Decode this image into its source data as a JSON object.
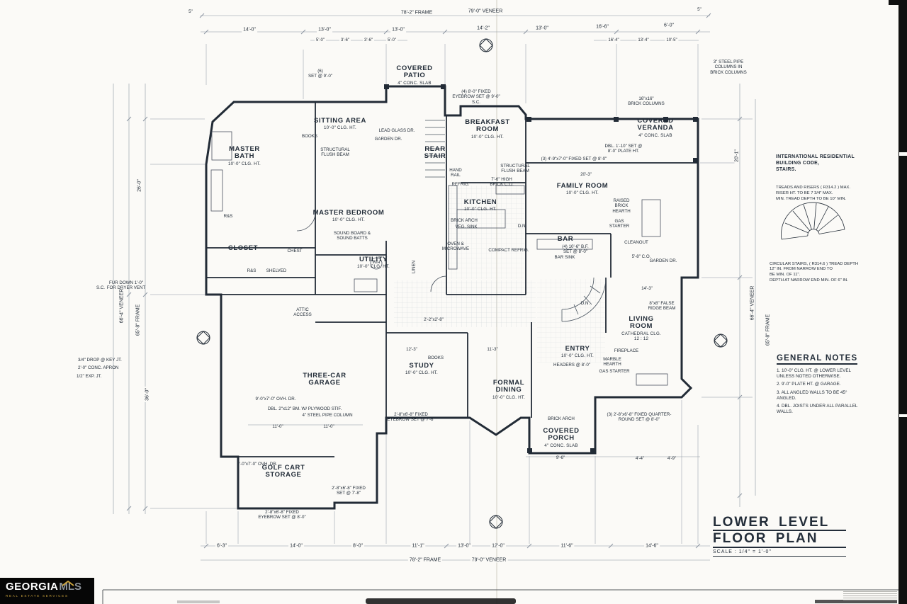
{
  "title_block": {
    "line1": "LOWER LEVEL",
    "line2": "FLOOR PLAN",
    "scale": "SCALE : 1/4\" = 1'-0\""
  },
  "logo": {
    "brand": "GEORGIA",
    "brand2": "MLS",
    "tagline": "REAL ESTATE SERVICES"
  },
  "general_notes": {
    "title": "GENERAL NOTES",
    "items": [
      "1. 10'-0\" CLG. HT. @ LOWER LEVEL UNLESS NOTED OTHERWISE.",
      "2. 9'-0\" PLATE HT. @ GARAGE.",
      "3. ALL ANGLED WALLS TO BE 45° ANGLED.",
      "4. DBL. JOISTS UNDER ALL PARALLEL WALLS."
    ]
  },
  "code_notes": {
    "title": "INTERNATIONAL RESIDENTIAL\nBUILDING CODE,\nSTAIRS.",
    "treads": "TREADS AND RISERS ( R314.2 ) MAX.\nRISER HT. TO BE 7 3/4\" MAX.\nMIN. TREAD DEPTH TO BE 10\" MIN.",
    "circular": "CIRCULAR STAIRS, ( R314.6 ) TREAD DEPTH\n12\" IN. FROM NARROW END TO\nBE MIN. OF 11\".\nDEPTH AT NARROW END MIN. OF 6\" IN."
  },
  "rooms": [
    {
      "name": "COVERED\nPATIO",
      "sub": "4\" CONC. SLAB"
    },
    {
      "name": "SITTING AREA",
      "sub": "10'-0\" CLG. HT."
    },
    {
      "name": "MASTER\nBATH",
      "sub": "10'-0\" CLG. HT."
    },
    {
      "name": "BREAKFAST\nROOM",
      "sub": "10'-0\" CLG. HT."
    },
    {
      "name": "COVERED\nVERANDA",
      "sub": "4\" CONC. SLAB"
    },
    {
      "name": "REAR\nSTAIR",
      "sub": ""
    },
    {
      "name": "FAMILY ROOM",
      "sub": "10'-0\" CLG. HT."
    },
    {
      "name": "MASTER BEDROOM",
      "sub": "10'-0\" CLG. HT."
    },
    {
      "name": "KITCHEN",
      "sub": "10'-0\" CLG. HT."
    },
    {
      "name": "BAR",
      "sub": ""
    },
    {
      "name": "CLOSET",
      "sub": ""
    },
    {
      "name": "UTILITY",
      "sub": "10'-0\" CLG. HT."
    },
    {
      "name": "LIVING\nROOM",
      "sub": "CATHEDRAL CLG.\n12 : 12"
    },
    {
      "name": "ENTRY",
      "sub": "10'-0\" CLG. HT."
    },
    {
      "name": "STUDY",
      "sub": "10'-0\" CLG. HT."
    },
    {
      "name": "THREE-CAR\nGARAGE",
      "sub": ""
    },
    {
      "name": "FORMAL\nDINING",
      "sub": "10'-0\" CLG. HT."
    },
    {
      "name": "COVERED\nPORCH",
      "sub": "4\" CONC. SLAB"
    },
    {
      "name": "GOLF CART\nSTORAGE",
      "sub": ""
    }
  ],
  "dims": {
    "top1": [
      "78'-2\" FRAME",
      "79'-0\" VENEER"
    ],
    "top2": [
      "14'-0\"",
      "13'-0\"",
      "13'-0\"",
      "14'-2\"",
      "13'-0\"",
      "16'-6\"",
      "6'-0\""
    ],
    "top3": [
      "5'-0\"",
      "3'-6\"",
      "3'-6\"",
      "5'-0\"",
      "16'-4\"",
      "13'-4\"",
      "10'-5\""
    ],
    "bottom1": [
      "6'-3\"",
      "14'-0\"",
      "8'-0\"",
      "11'-1\"",
      "13'-0\"",
      "12'-0\"",
      "11'-6\"",
      "14'-6\""
    ],
    "bottom2": [
      "78'-2\" FRAME",
      "79'-0\" VENEER"
    ],
    "left": [
      "26'-0\"",
      "66'-4\" VENEER",
      "65'-8\" FRAME",
      "36'-0\""
    ],
    "right": [
      "66'-4\" VENEER",
      "65'-8\" FRAME",
      "20'-1\""
    ]
  },
  "annotations": [
    "(6)\nSET @ 9'-0\"",
    "(4) 8'-0\" FIXED\nEYEBROW SET @ 9'-0\"\nS.C.",
    "3\" STEEL PIPE\nCOLUMNS IN\nBRICK COLUMNS",
    "16\"x16\"\nBRICK COLUMNS",
    "LEAD GLASS DR.",
    "GARDEN DR.",
    "STRUCTURAL\nFLUSH BEAM",
    "DBL. 1'-10\" SET @\n8'-0\" PLATE HT.",
    "(3) 4'-9\"x7'-0\" FIXED SET @ 8'-0\"",
    "20'-3\"",
    "STRUCTURAL\nFLUSH BEAM",
    "HAND\nRAIL",
    "REFRIG.",
    "7'-6\" HIGH\nBRICK C.O.",
    "RAISED\nBRICK\nHEARTH",
    "GAS\nSTARTER",
    "CLEANOUT",
    "(4) 10'-6\" B.F.\nSET @ 8'-0\"",
    "BRICK ARCH",
    "VEG. SINK",
    "OVEN &\nMICROWAVE",
    "COMPACT REFRIG.",
    "BAR SINK",
    "GARDEN DR.",
    "5'-8\" C.O.",
    "8\"x8\" FALSE\nRIDGE BEAM",
    "14'-3\"",
    "ATTIC\nACCESS",
    "BOOKS",
    "BOOKS",
    "FIREPLACE",
    "MARBLE\nHEARTH",
    "GAS STARTER",
    "HEADERS @ 8'-0\"",
    "DBL. 2\"x12\" BM. W/ PLYWOOD STIF.",
    "4\" STEEL PIPE COLUMN",
    "9'-0\"x7'-0\" OVH. DR.",
    "9'-0\"x7'-0\" OVH. DR.",
    "3/4\" DROP @ KEY JT.",
    "2'-0\" CONC. APRON",
    "1/2\" EXP. JT.",
    "FUR DOWN 1'-0\"\nFOR DRYER VENT",
    "S.C.",
    "W/H",
    "LINEN",
    "SHELVED",
    "R&S",
    "SOUND BOARD &\nSOUND BATTS",
    "2'-8\"x6'-8\" FIXED\nEYEBROW SET @ 7'-8\"",
    "2'-8\"x6'-8\" FIXED\nSET @ 7'-8\"",
    "2'-8\"x6'-8\" FIXED\nEYEBROW SET @ 8'-0\"",
    "BRICK ARCH",
    "(3) 2'-8\"x6'-8\" FIXED QUARTER-\nROUND SET @ 8'-0\"",
    "9'-6\"",
    "4'-4\"",
    "4'-9\"",
    "11'-0\"",
    "11'-0\"",
    "12'-3\"",
    "11'-3\"",
    "D.N.",
    "D.N.",
    "CHEST",
    "2'-2\"x2'-8\"",
    "R&S",
    "5\"",
    "5\""
  ]
}
